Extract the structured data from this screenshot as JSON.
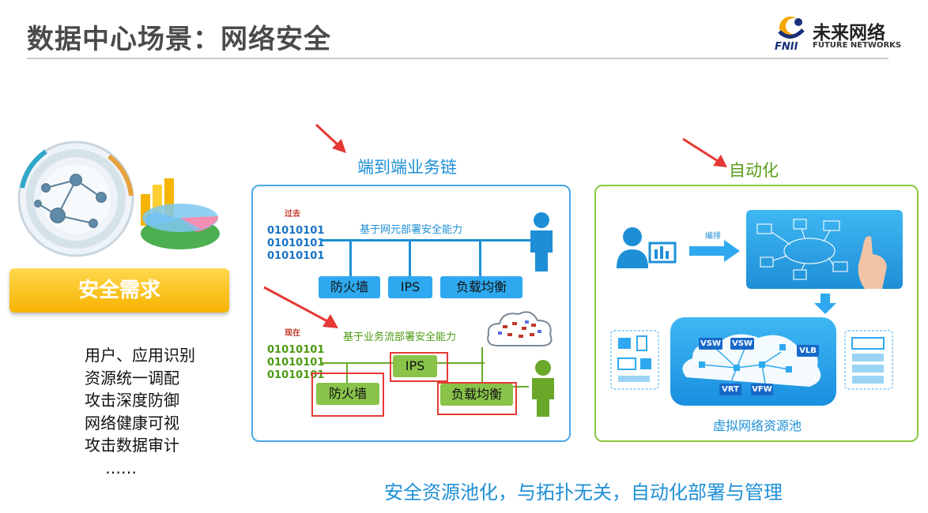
{
  "header": {
    "title": "数据中心场景：网络安全",
    "logo_cn": "未来网络",
    "logo_en": "FUTURE NETWORKS",
    "logo_abbr": "FNII"
  },
  "left": {
    "requirement_label": "安全需求",
    "items": [
      "用户、应用识别",
      "资源统一调配",
      "攻击深度防御",
      "网络健康可视",
      "攻击数据审计",
      "……"
    ]
  },
  "middle": {
    "heading": "端到端业务链",
    "past": {
      "tag": "过去",
      "binary": [
        "01010101",
        "01010101",
        "01010101"
      ],
      "caption": "基于网元部署安全能力",
      "boxes": [
        "防火墙",
        "IPS",
        "负载均衡"
      ]
    },
    "now": {
      "tag": "现在",
      "binary": [
        "01010101",
        "01010101",
        "01010101"
      ],
      "caption": "基于业务流部署安全能力",
      "boxes": [
        "IPS",
        "防火墙",
        "负载均衡"
      ]
    }
  },
  "right": {
    "heading": "自动化",
    "orchestrate_label": "编排",
    "pool_label": "虚拟网络资源池",
    "virtual_nodes": [
      "VSW",
      "VSW",
      "VLB",
      "VRT",
      "VFW"
    ]
  },
  "footer": {
    "summary": "安全资源池化，与拓扑无关，自动化部署与管理"
  },
  "colors": {
    "blue": "#1e8fd6",
    "green": "#8cc63f",
    "orange": "#f6b200",
    "red": "#e53935"
  }
}
